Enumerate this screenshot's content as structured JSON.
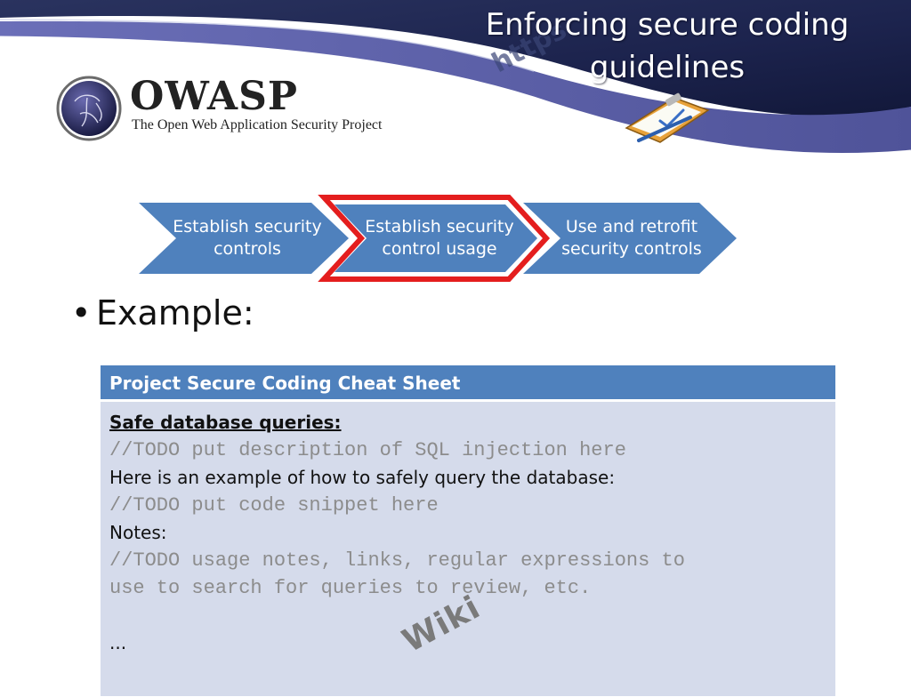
{
  "slide": {
    "title": "Enforcing secure coding guidelines",
    "logo": {
      "name": "OWASP",
      "tagline": "The Open Web Application Security Project"
    },
    "process_steps": [
      "Establish security controls",
      "Establish security control usage",
      "Use and retrofit security controls"
    ],
    "highlighted_step": 2,
    "bullet": "Example:",
    "table": {
      "header": "Project Secure Coding Cheat Sheet",
      "section_title": "Safe database queries:",
      "lines": [
        "//TODO put description of SQL injection here",
        "Here is an example of how to safely query the database:",
        "//TODO put code snippet here",
        "Notes:",
        "//TODO usage notes, links, regular expressions to",
        "use to search for queries to review, etc.",
        "",
        "..."
      ]
    },
    "stamp": "Wiki",
    "background_url_text": "https",
    "colors": {
      "header_navy": "#1b2452",
      "header_purple": "#5b5ea6",
      "step_blue": "#4f81bd",
      "highlight_red": "#e41e1e",
      "table_header": "#4f81bd",
      "table_body": "#d5dbeb"
    }
  }
}
